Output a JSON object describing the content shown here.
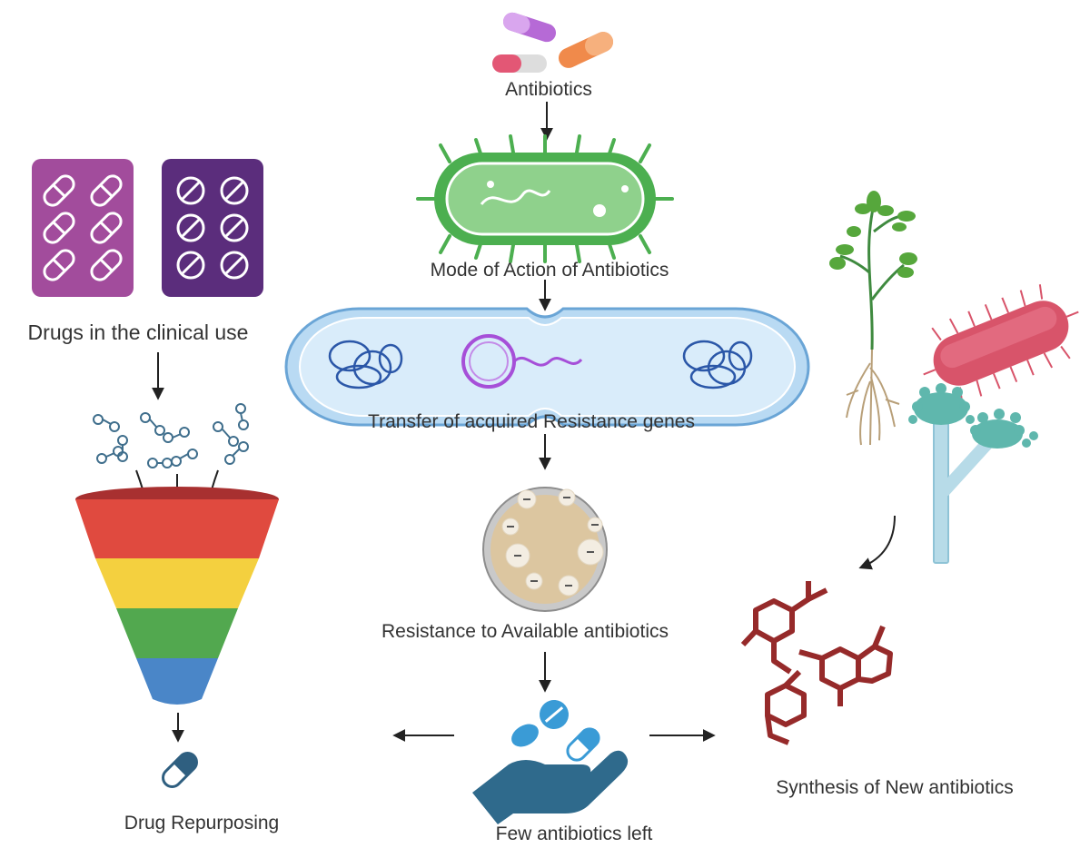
{
  "labels": {
    "antibiotics": "Antibiotics",
    "mode_of_action": "Mode of Action of Antibiotics",
    "drugs_clinical": "Drugs in the clinical use",
    "transfer": "Transfer of acquired Resistance genes",
    "resistance": "Resistance to Available antibiotics",
    "few_left": "Few antibiotics left",
    "repurposing": "Drug Repurposing",
    "synthesis": "Synthesis of New antibiotics"
  },
  "colors": {
    "text": "#333333",
    "arrow": "#222222",
    "bacterium_green": "#4caf50",
    "plasmid_purple": "#a64fd8",
    "blister_left": "#a24c9c",
    "blister_right": "#5b2d7c",
    "funnel": [
      "#e04a3f",
      "#f4d03f",
      "#52a84f",
      "#4a86c8"
    ],
    "hand": "#2f6a8c",
    "molecule_red": "#962a2a",
    "mold_teal": "#5fb7ad",
    "red_bacterium": "#d8546a"
  },
  "icons": [
    "capsule-icon",
    "bacterium-icon",
    "blister-pack-icon",
    "dividing-cell-icon",
    "molecule-icon",
    "funnel-icon",
    "petri-dish-icon",
    "hand-pills-icon",
    "plant-icon",
    "mold-icon",
    "chemical-structure-icon"
  ]
}
